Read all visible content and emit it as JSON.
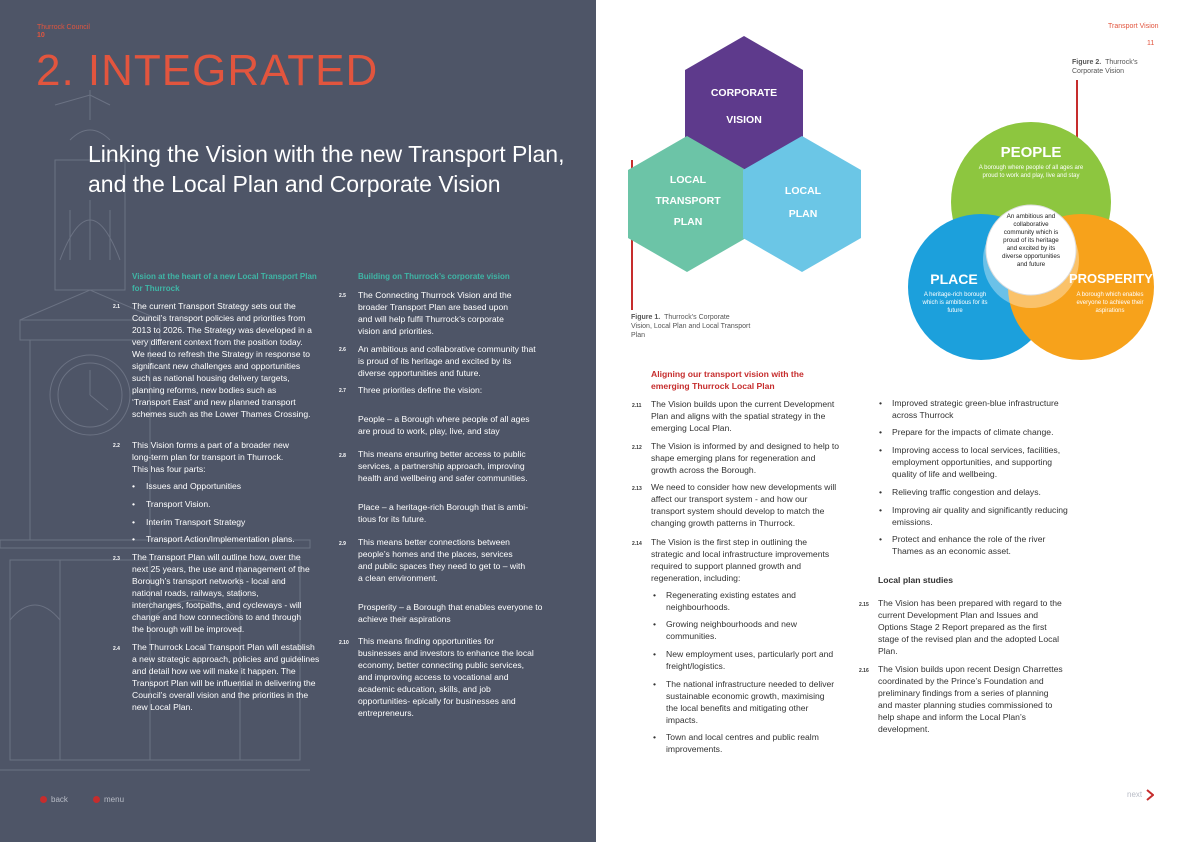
{
  "left_page": {
    "header_org": "Thurrock Council",
    "page_number": "10",
    "section_title": "2. INTEGRATED",
    "subtitle": "Linking the Vision with the new Transport Plan, and the Local Plan and Corporate Vision",
    "col1": {
      "heading": "Vision at the heart of a new Local Transport Plan for Thurrock",
      "paragraphs": [
        {
          "num": "2.1",
          "text": "The current Transport Strategy sets out the Council’s transport policies and priorities from 2013 to 2026. The Strategy was developed in a very different context from the position today.  We need to refresh the Strategy in response to significant new challenges and opportunities such as national housing delivery targets, planning reforms, new bodies such as ‘Transport East’ and new planned transport schemes such as the Lower Thames Crossing."
        },
        {
          "num": "2.2",
          "text": "This Vision forms a part of a broader new long-term plan for transport in Thurrock. This has four parts:"
        }
      ],
      "bullets": [
        "Issues and Opportunities",
        "Transport Vision.",
        "Interim Transport Strategy",
        "Transport Action/Implementation plans."
      ],
      "paragraphs2": [
        {
          "num": "2.3",
          "text": "The Transport Plan will outline how, over the next 25 years, the use and management of the Borough’s transport networks - local and national roads, railways, stations, interchanges, footpaths, and cycleways - will change and how connections to and through the borough will be improved."
        },
        {
          "num": "2.4",
          "text": "The Thurrock Local Transport Plan will establish a new strategic approach, policies and guidelines and detail how we will make it happen. The Transport Plan will be influential in delivering the Council’s overall vision and the priorities in the new Local Plan."
        }
      ]
    },
    "col2": {
      "heading": "Building on Thurrock’s corporate vision",
      "items": [
        {
          "num": "2.5",
          "text": "The Connecting Thurrock Vision and the broader Transport Plan are based upon and will help fulfil Thurrock’s corporate vision and priorities."
        },
        {
          "num": "2.6",
          "text": "An ambitious and collaborative community that is proud of its heritage and excited by its diverse opportunities and future."
        },
        {
          "num": "2.7",
          "text": "Three priorities define the vision:"
        },
        {
          "num": "",
          "text": "People – a Borough where people of all ages are proud to work, play, live, and stay"
        },
        {
          "num": "2.8",
          "text": "This means ensuring better access to public services, a partnership approach, improving health and wellbeing and safer communities."
        },
        {
          "num": "",
          "text": "Place – a heritage-rich Borough that is ambi-tious for its future."
        },
        {
          "num": "2.9",
          "text": "This means better connections between people’s homes and the places, services and public spaces they need to get to – with a clean environment."
        },
        {
          "num": "",
          "text": "Prosperity – a Borough that enables everyone to achieve their aspirations"
        },
        {
          "num": "2.10",
          "text": "This means finding opportunities for businesses and investors to enhance the local economy, better connecting public services, and improving access to vocational and academic education, skills, and job opportunities- epically for businesses and entrepreneurs."
        }
      ]
    },
    "nav": {
      "back": "back",
      "menu": "menu"
    }
  },
  "right_page": {
    "header_title": "Transport Vision",
    "page_number": "11",
    "figure1": {
      "hex_top": [
        "CORPORATE",
        "VISION"
      ],
      "hex_left": [
        "LOCAL",
        "TRANSPORT",
        "PLAN"
      ],
      "hex_right": [
        "LOCAL",
        "PLAN"
      ],
      "caption_label": "Figure 1.",
      "caption_text": "Thurrock’s Corporate Vision, Local Plan and Local Transport Plan"
    },
    "figure2": {
      "caption_label": "Figure 2.",
      "caption_text": "Thurrock’s Corporate Vision",
      "people_title": "PEOPLE",
      "people_text": "A borough where people of all ages are proud to work and play, live and stay",
      "place_title": "PLACE",
      "place_text": "A heritage-rich borough which is ambitious for its future",
      "prosperity_title": "PROSPERITY",
      "prosperity_text": "A borough which enables everyone to achieve their aspirations",
      "center_text": "An ambitious and collaborative community which is proud of its heritage and excited by its diverse opportunities and future",
      "colors": {
        "people": "#8dc63f",
        "place": "#1ca0dc",
        "prosperity": "#f7a21b"
      }
    },
    "col3": {
      "heading": "Aligning our transport vision with  the emerging Thurrock Local Plan",
      "paragraphs": [
        {
          "num": "2.11",
          "text": "The Vision builds upon the current Development Plan and aligns with the spatial strategy in the emerging Local Plan."
        },
        {
          "num": "2.12",
          "text": "The Vision is informed by and designed to help to shape emerging plans for regeneration and growth across the Borough."
        },
        {
          "num": "2.13",
          "text": "We need to consider how new developments will affect our transport system - and how our transport system should develop to match the changing growth patterns in Thurrock."
        },
        {
          "num": "2.14",
          "text": "The Vision is the first step in outlining the strategic and local infrastructure improvements required to support planned growth and regeneration, including:"
        }
      ],
      "bullets": [
        "Regenerating existing estates and neighbourhoods.",
        "Growing neighbourhoods and new communities.",
        "New employment uses, particularly port and freight/logistics.",
        "The national infrastructure needed to deliver sustainable economic growth, maximising the local benefits and mitigating other impacts.",
        "Town and local centres and public realm improvements."
      ]
    },
    "col4": {
      "bullets": [
        "Improved strategic green-blue infrastructure across Thurrock",
        "Prepare for the impacts of climate change.",
        "Improving access to local services, facilities, employment opportunities, and supporting quality of life and wellbeing.",
        "Relieving traffic congestion and delays.",
        "Improving air quality and significantly reducing emissions.",
        "Protect and enhance the role of the river Thames as an economic asset."
      ],
      "heading": "Local plan studies",
      "paragraphs": [
        {
          "num": "2.15",
          "text": "The Vision has been prepared with regard to the current Development Plan and Issues and Options Stage 2 Report prepared as the first stage of the revised plan and the adopted Local Plan."
        },
        {
          "num": "2.16",
          "text": "The Vision builds upon recent Design Charrettes coordinated by the Prince’s Foundation and preliminary findings from a series of planning and master planning studies commissioned to help shape and inform the Local Plan’s development."
        }
      ]
    },
    "nav": {
      "next": "next"
    }
  }
}
